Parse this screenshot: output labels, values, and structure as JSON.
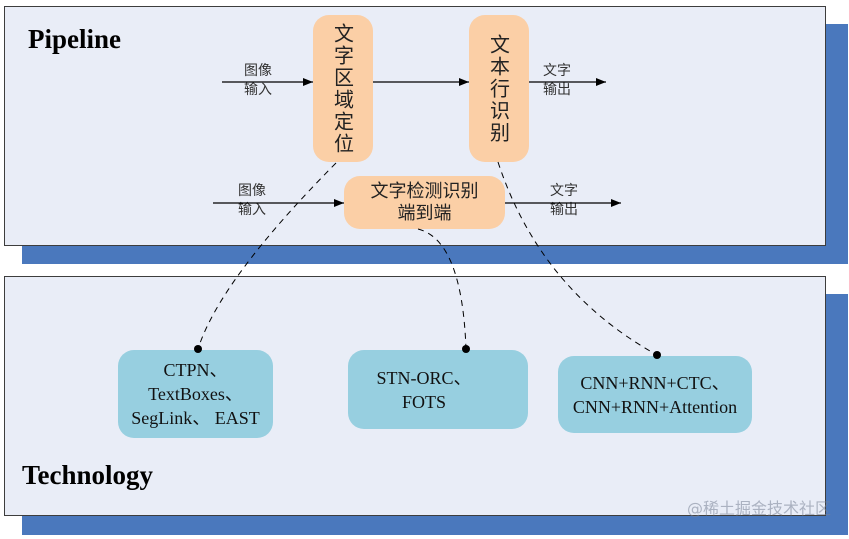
{
  "pipeline": {
    "title": "Pipeline",
    "row1": {
      "input_label": [
        "图像",
        "输入"
      ],
      "stage1": "文字区域定位",
      "stage2": "文本行识别",
      "output_label": [
        "文字",
        "输出"
      ]
    },
    "row2": {
      "input_label": [
        "图像",
        "输入"
      ],
      "stage": [
        "文字检测识别",
        "端到端"
      ],
      "output_label": [
        "文字",
        "输出"
      ]
    }
  },
  "technology": {
    "title": "Technology",
    "boxes": [
      {
        "lines": [
          "CTPN、",
          "TextBoxes、",
          "SegLink、 EAST"
        ]
      },
      {
        "lines": [
          "STN-ORC、",
          "FOTS"
        ]
      },
      {
        "lines": [
          "CNN+RNN+CTC、",
          "CNN+RNN+Attention"
        ]
      }
    ]
  },
  "watermark": "@稀土掘金技术社区",
  "colors": {
    "panel_bg": "#e9edf7",
    "shadow": "#4a78bd",
    "stage_box": "#fbcfa6",
    "tech_box": "#97cfe0"
  }
}
